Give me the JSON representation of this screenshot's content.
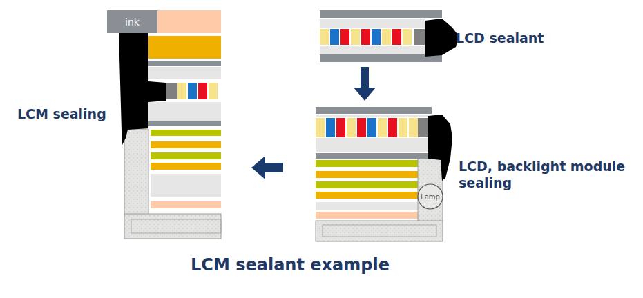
{
  "diagram": {
    "caption": "LCM sealant example",
    "nodes": [
      {
        "text": [
          "ink"
        ]
      },
      {
        "text": [
          "Lamp"
        ]
      }
    ],
    "labels": [
      "LCD sealant",
      "LCD, backlight module sealing",
      "LCM sealing"
    ]
  }
}
